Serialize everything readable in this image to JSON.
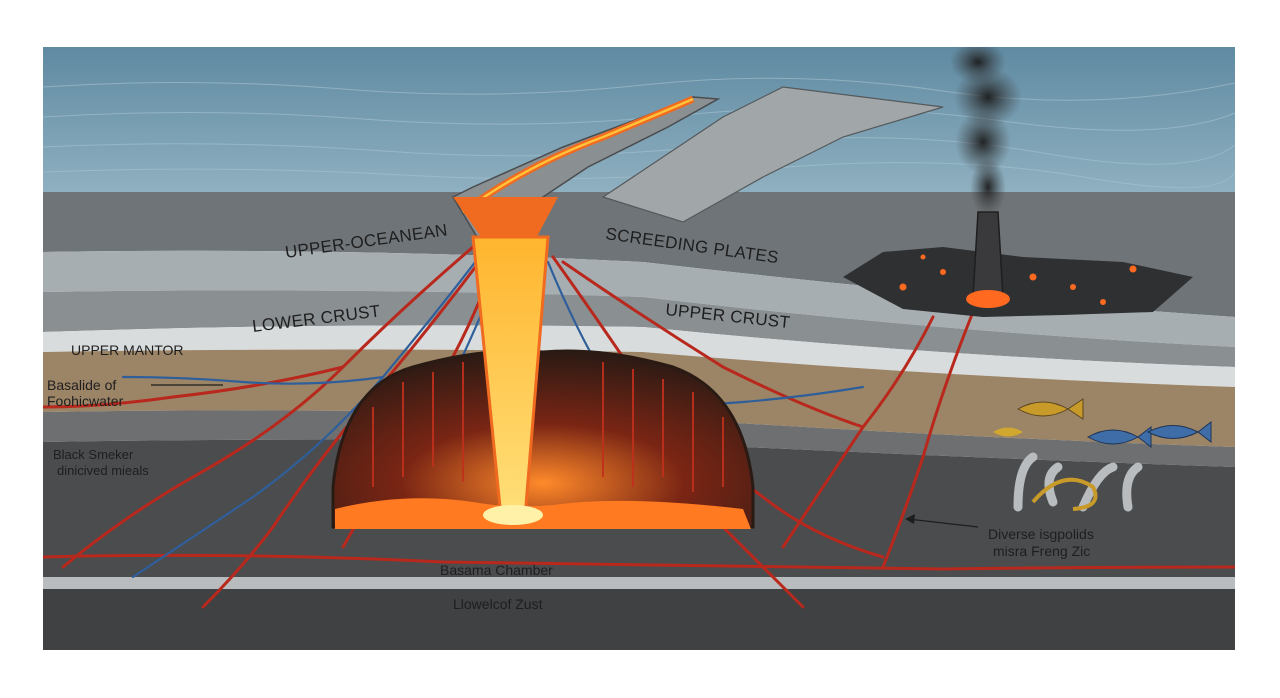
{
  "labels": {
    "upper_oceanean": "UPPER-OCEANEAN",
    "screeding_plates": "SCREEDING PLATES",
    "lower_crust": "LOWER CRUST",
    "upper_crust": "UPPER CRUST",
    "upper_mantor": "UPPER MANTOR",
    "basalide_line1": "Basalide of",
    "basalide_line2": "Foohicwater",
    "black_smoker_line1": "Black Smeker",
    "black_smoker_line2": "dinicived mieals",
    "diverse_line1": "Diverse isgpolids",
    "diverse_line2": "misra Freng Zic",
    "basama_chamber": "Basama Chamber",
    "lower_zust": "Llowelcof Zust"
  },
  "colors": {
    "ocean": "#6f96aa",
    "magma": "#f0641e",
    "lava_core": "#ffc23a",
    "vein_red": "#b8281c",
    "vein_blue": "#2f5f9a",
    "smoke": "#2a2a2a"
  }
}
